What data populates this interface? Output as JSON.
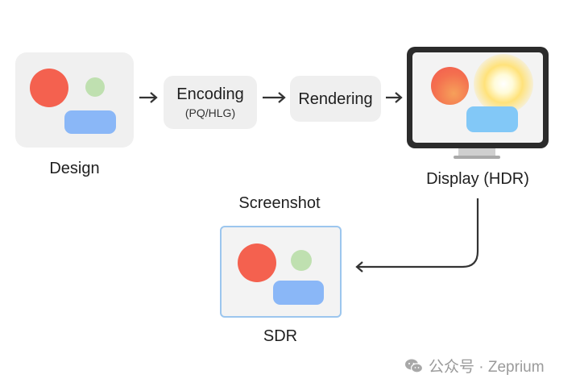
{
  "stages": {
    "design": {
      "label": "Design"
    },
    "encoding": {
      "title": "Encoding",
      "subtitle": "(PQ/HLG)"
    },
    "rendering": {
      "title": "Rendering"
    },
    "display": {
      "label": "Display (HDR)"
    },
    "screenshot": {
      "title": "Screenshot",
      "label": "SDR"
    }
  },
  "colors": {
    "red": "#f4614f",
    "green": "#bfe0b0",
    "blue": "#8ab7f7",
    "hdr_blue": "#82c8f7",
    "card_bg": "#f0f0f0",
    "monitor_frame": "#2b2b2b",
    "sdr_border": "#9cc6ee",
    "arrow": "#333333"
  },
  "watermark": {
    "text": "公众号 · Zeprium",
    "icon": "wechat-icon"
  }
}
